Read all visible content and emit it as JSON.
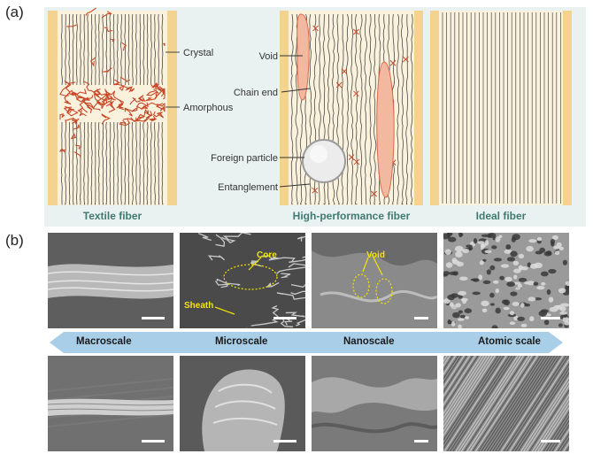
{
  "panel_a": {
    "label": "(a)",
    "captions": {
      "textile": "Textile fiber",
      "high_performance": "High-performance fiber",
      "ideal": "Ideal fiber"
    },
    "callouts": {
      "crystal": "Crystal",
      "amorphous": "Amorphous",
      "void": "Void",
      "chain_end": "Chain end",
      "foreign_particle": "Foreign particle",
      "entanglement": "Entanglement"
    },
    "colors": {
      "background": "#eaf2f1",
      "fiber": "#fbf2de",
      "edge": "#f3d38f",
      "chain": "#4a4a4a",
      "amorphous_chain": "#c74a2a",
      "caption": "#3f7a72"
    }
  },
  "panel_b": {
    "label": "(b)",
    "scales": [
      "Macroscale",
      "Microscale",
      "Nanoscale",
      "Atomic scale"
    ],
    "annotations": {
      "core": "Core",
      "sheath": "Sheath",
      "void": "Void"
    },
    "colors": {
      "arrow": "#a9cfe8",
      "annotation": "#f2e500"
    }
  }
}
